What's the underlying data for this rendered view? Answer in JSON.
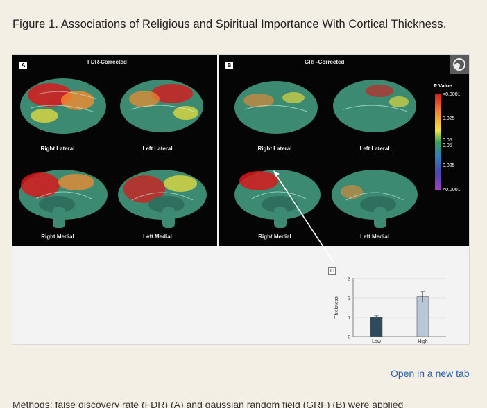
{
  "caption": "Figure 1. Associations of Religious and Spiritual Importance With Cortical Thickness.",
  "panel_a": {
    "label": "A",
    "title": "FDR-Corrected",
    "views": [
      "Right Lateral",
      "Left Lateral",
      "Right Medial",
      "Left Medial"
    ]
  },
  "panel_b": {
    "label": "B",
    "title": "GRF-Corrected",
    "views": [
      "Right Lateral",
      "Left Lateral",
      "Right Medial",
      "Left Medial"
    ]
  },
  "legend": {
    "title": "P Value",
    "ticks": [
      "<0.0001",
      "0.025",
      "0.05",
      "0.05",
      "0.025",
      "<0.0001"
    ]
  },
  "colors": {
    "page_bg": "#f3efe4",
    "panel_bg": "#050505",
    "cortex_green": "#3d8a73",
    "sig_red": "#d7191c",
    "bar_low": "#2f4a5c",
    "bar_high": "#b8c8d6",
    "link": "#2a5fa8"
  },
  "chart_data": {
    "type": "bar",
    "panel_label": "C",
    "categories": [
      "Low",
      "High"
    ],
    "values": [
      1.0,
      2.05
    ],
    "error": [
      0.08,
      0.28
    ],
    "ylabel": "Thickness",
    "ylim": [
      0,
      3
    ],
    "yticks": [
      "0",
      "1",
      "2",
      "3"
    ],
    "grid": true
  },
  "link_text": "Open in a new tab",
  "footer_text": "Methods: false discovery rate (FDR) (A) and gaussian random field (GRF) (B) were applied"
}
